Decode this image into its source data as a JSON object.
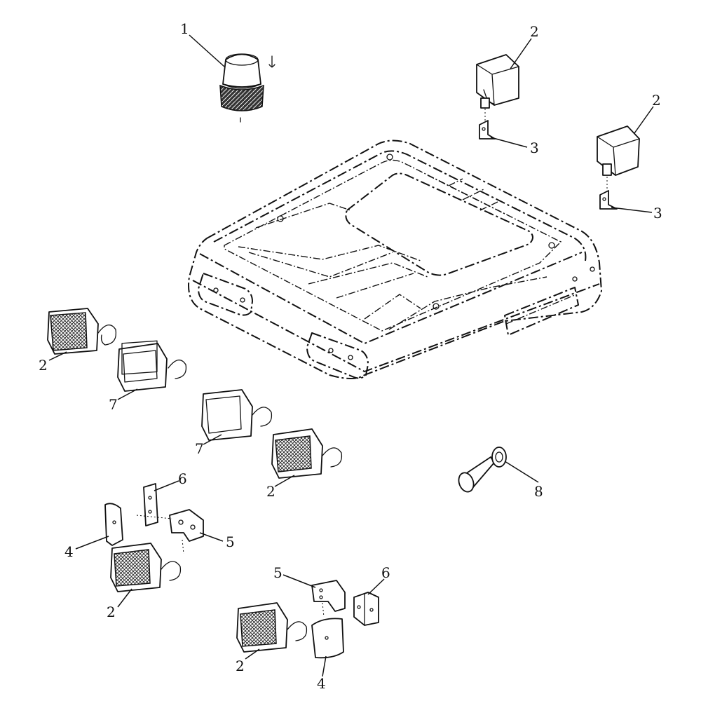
{
  "diagram": {
    "callouts": [
      {
        "id": "c1",
        "text": "1"
      },
      {
        "id": "c2a",
        "text": "2"
      },
      {
        "id": "c3a",
        "text": "3"
      },
      {
        "id": "c2b",
        "text": "2"
      },
      {
        "id": "c3b",
        "text": "3"
      },
      {
        "id": "c2c",
        "text": "2"
      },
      {
        "id": "c7a",
        "text": "7"
      },
      {
        "id": "c7b",
        "text": "7"
      },
      {
        "id": "c2d",
        "text": "2"
      },
      {
        "id": "c8",
        "text": "8"
      },
      {
        "id": "c6a",
        "text": "6"
      },
      {
        "id": "c5a",
        "text": "5"
      },
      {
        "id": "c4a",
        "text": "4"
      },
      {
        "id": "c2e",
        "text": "2"
      },
      {
        "id": "c5b",
        "text": "5"
      },
      {
        "id": "c6b",
        "text": "6"
      },
      {
        "id": "c2f",
        "text": "2"
      },
      {
        "id": "c4b",
        "text": "4"
      }
    ]
  },
  "colors": {
    "ink": "#111111",
    "paper": "#ffffff"
  }
}
